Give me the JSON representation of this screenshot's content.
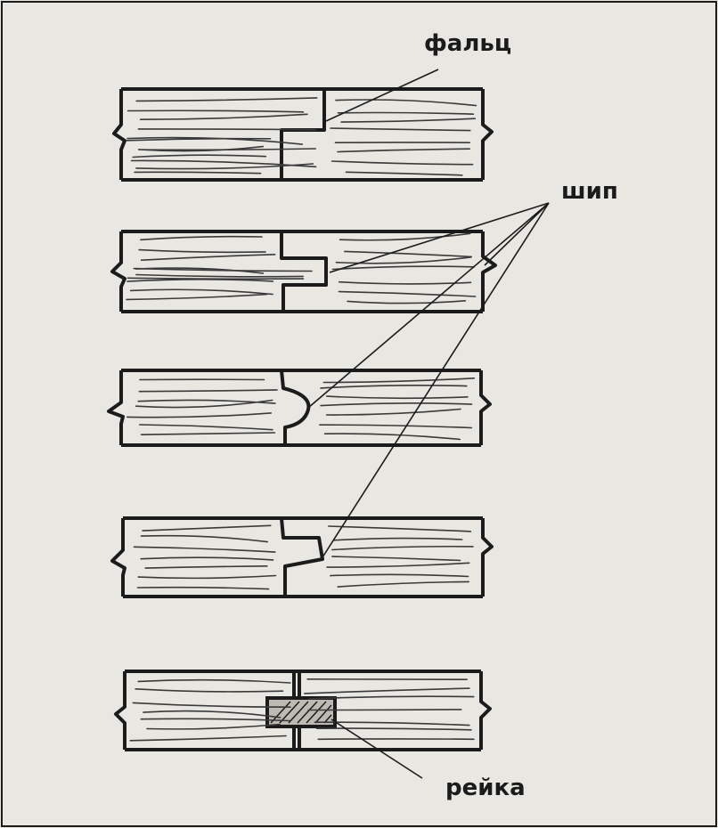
{
  "labels": {
    "rebate": "фальц",
    "tenon": "шип",
    "slat": "рейка"
  },
  "colors": {
    "paper": "#e9e7e2",
    "ink": "#1b1b1b",
    "grain": "#3a3a3a"
  }
}
